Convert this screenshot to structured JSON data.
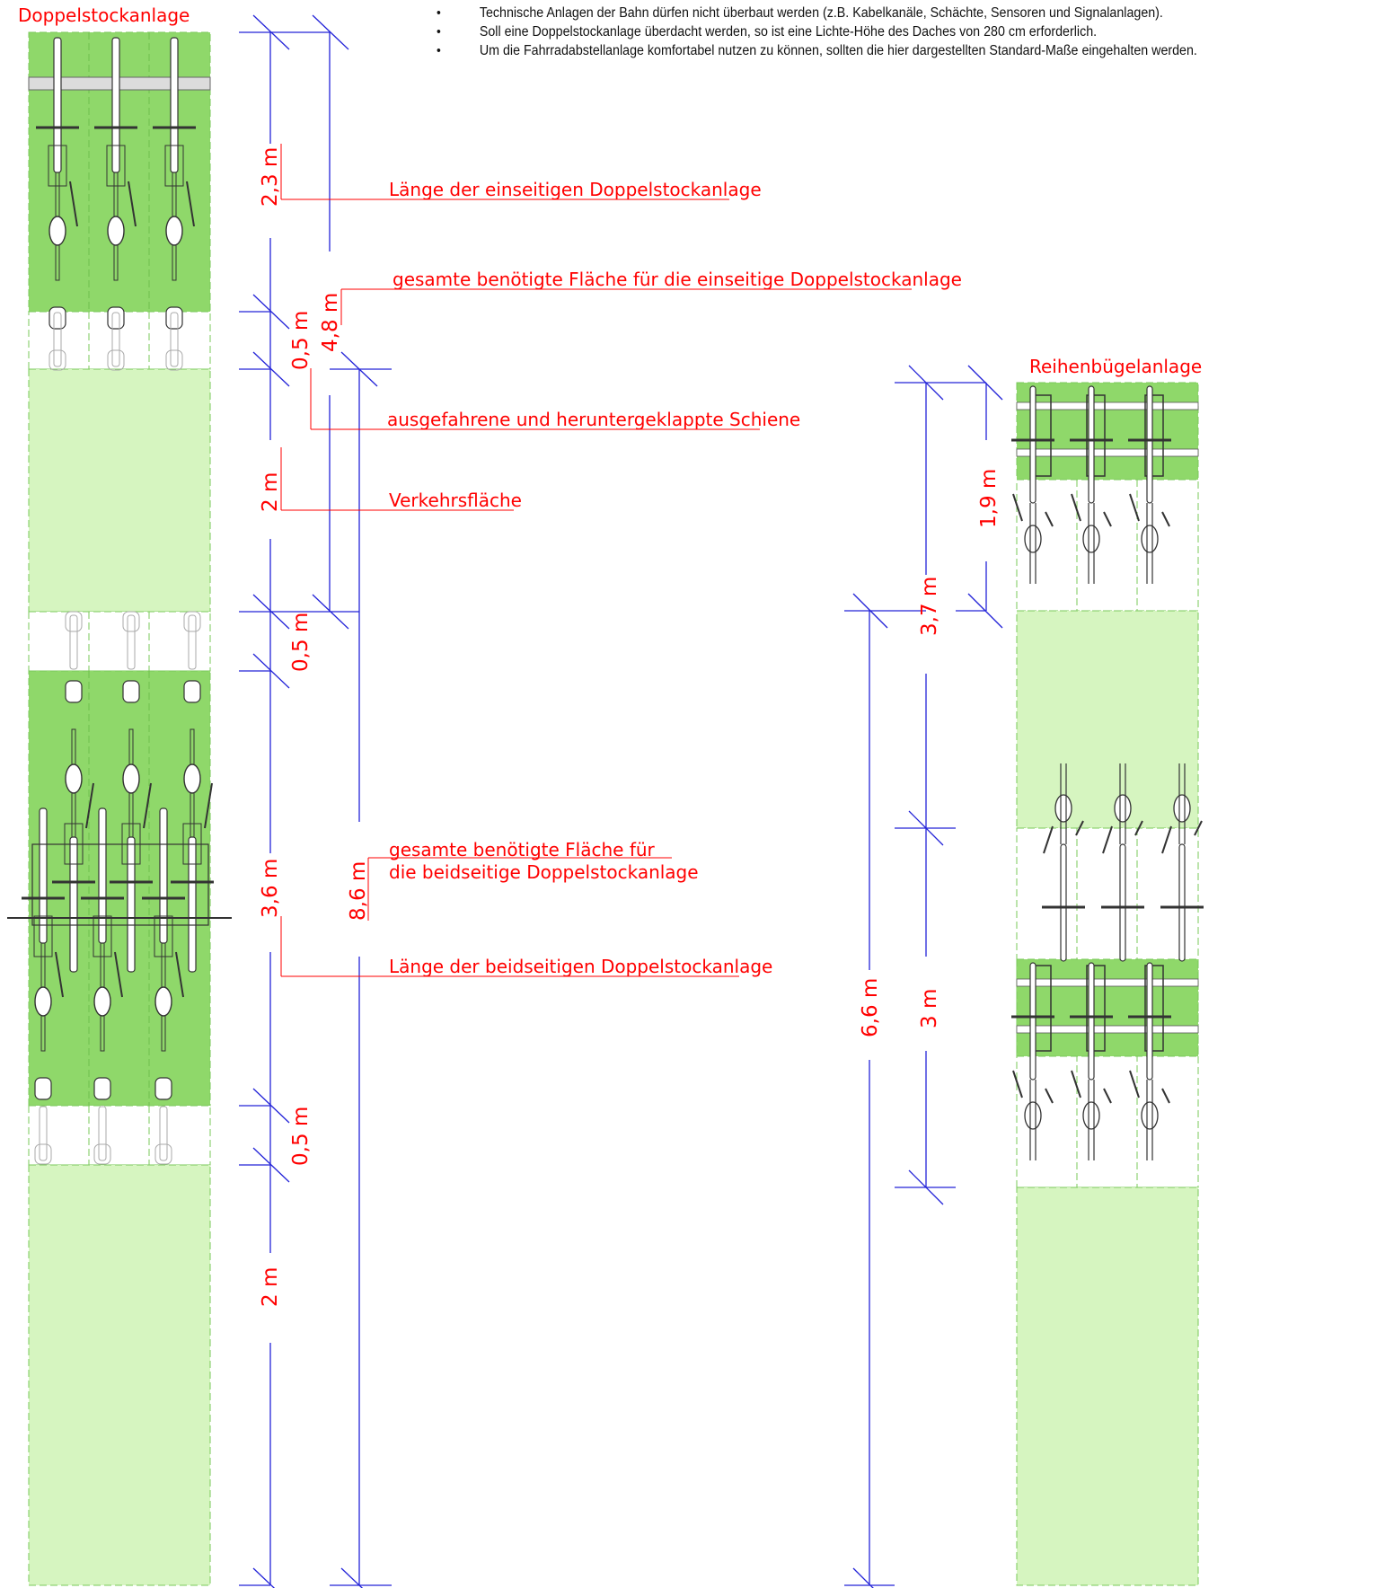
{
  "notes": [
    "Technische Anlagen der Bahn dürfen nicht überbaut werden (z.B. Kabelkanäle, Schächte, Sensoren und Signalanlagen).",
    "Soll eine Doppelstockanlage überdacht werden, so ist eine Lichte-Höhe des Daches von 280 cm erforderlich.",
    "Um die Fahrradabstellanlage komfortabel nutzen zu können, sollten die hier dargestellten Standard-Maße eingehalten werden."
  ],
  "left_plan": {
    "title": "Doppelstockanlage",
    "dims": {
      "d1": "2,3 m",
      "d2": "0,5 m",
      "d3": "2 m",
      "d4": "0,5 m",
      "d5": "3,6 m",
      "d6": "0,5 m",
      "d7": "2 m",
      "total_single": "4,8 m",
      "total_double": "8,6 m"
    },
    "labels": {
      "laenge_einseitig": "Länge der einseitigen Doppelstockanlage",
      "flaeche_einseitig": "gesamte benötigte Fläche für die einseitige Doppelstockanlage",
      "schiene": "ausgefahrene und heruntergeklappte Schiene",
      "verkehr": "Verkehrsfläche",
      "flaeche_beidseitig_1": "gesamte benötigte Fläche für",
      "flaeche_beidseitig_2": "die beidseitige Doppelstockanlage",
      "laenge_beidseitig": "Länge der beidseitigen Doppelstockanlage"
    }
  },
  "right_plan": {
    "title": "Reihenbügelanlage",
    "dims": {
      "d1": "1,9 m",
      "d2": "3,7 m",
      "d3": "3 m",
      "total": "6,6 m"
    }
  },
  "colors": {
    "rack_green": "#8fd86a",
    "traffic_green": "#d6f5c0",
    "dim_blue": "#2323d8",
    "label_red": "#ff0000",
    "dash_green": "#7ac95a"
  }
}
